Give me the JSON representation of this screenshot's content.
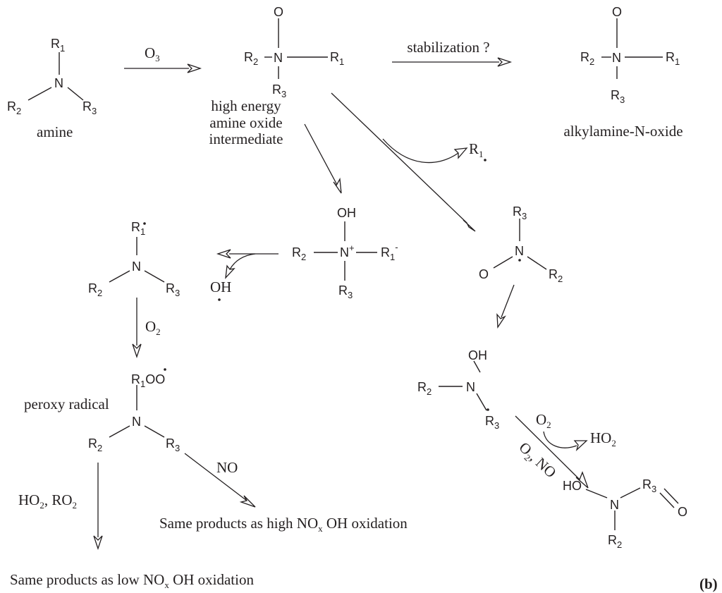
{
  "amine": {
    "r1": "R",
    "r1_sub": "1",
    "n": "N",
    "r2": "R",
    "r2_sub": "2",
    "r3": "R",
    "r3_sub": "3",
    "label": "amine"
  },
  "arrow_o3": {
    "label": "O",
    "label_sub": "3"
  },
  "intermediate": {
    "o": "O",
    "r2": "R",
    "r2_sub": "2",
    "n": "N",
    "r1": "R",
    "r1_sub": "1",
    "r3": "R",
    "r3_sub": "3",
    "label_lines": [
      "high energy",
      "amine oxide",
      "intermediate"
    ]
  },
  "arrow_stabilization": {
    "label": "stabilization ?"
  },
  "n_oxide": {
    "o": "O",
    "r2": "R",
    "r2_sub": "2",
    "n": "N",
    "r1": "R",
    "r1_sub": "1",
    "r3": "R",
    "r3_sub": "3",
    "label": "alkylamine-N-oxide"
  },
  "r1_radical_loss": {
    "label": "R",
    "label_sub": "1"
  },
  "hydroxyammonium": {
    "oh": "OH",
    "r2": "R",
    "r2_sub": "2",
    "n": "N",
    "n_sup": "+",
    "r1": "R",
    "r1_sub": "1",
    "r1_sup": "-",
    "r3": "R",
    "r3_sub": "3"
  },
  "oh_radical_loss": {
    "label": "OH"
  },
  "aminyl_radical": {
    "r1": "R",
    "r1_sub": "1",
    "n": "N",
    "r2": "R",
    "r2_sub": "2",
    "r3": "R",
    "r3_sub": "3"
  },
  "arrow_o2_left": {
    "label": "O",
    "label_sub": "2"
  },
  "peroxy": {
    "top": "R",
    "top_sub": "1",
    "top_rest": "OO",
    "n": "N",
    "r2": "R",
    "r2_sub": "2",
    "r3": "R",
    "r3_sub": "3",
    "label": "peroxy radical"
  },
  "arrow_no_left": {
    "label": "NO"
  },
  "arrow_ho2_ro2": {
    "label_a": "HO",
    "label_a_sub": "2",
    "label_b": ", RO",
    "label_b_sub": "2"
  },
  "high_nox_products": {
    "text": "Same products as high NO",
    "text_sub": "x",
    "text_rest": " OH oxidation"
  },
  "low_nox_products": {
    "text": "Same products as low NO",
    "text_sub": "x",
    "text_rest": " OH oxidation"
  },
  "nitroxide": {
    "r3": "R",
    "r3_sub": "3",
    "n": "N",
    "o": "O",
    "r2": "R",
    "r2_sub": "2"
  },
  "hydroxylamine_radical": {
    "oh": "OH",
    "r2": "R",
    "r2_sub": "2",
    "n": "N",
    "r3": "R",
    "r3_sub": "3"
  },
  "arrow_o2_right": {
    "label": "O",
    "label_sub": "2"
  },
  "ho2_out": {
    "label": "HO",
    "label_sub": "2"
  },
  "arrow_o2_no": {
    "label": "O",
    "label_sub": "2",
    "label_rest": ", NO"
  },
  "final_product": {
    "ho": "HO",
    "r3": "R",
    "r3_sub": "3",
    "n": "N",
    "o": "O",
    "r2": "R",
    "r2_sub": "2"
  },
  "panel_label": {
    "text": "(b)"
  }
}
